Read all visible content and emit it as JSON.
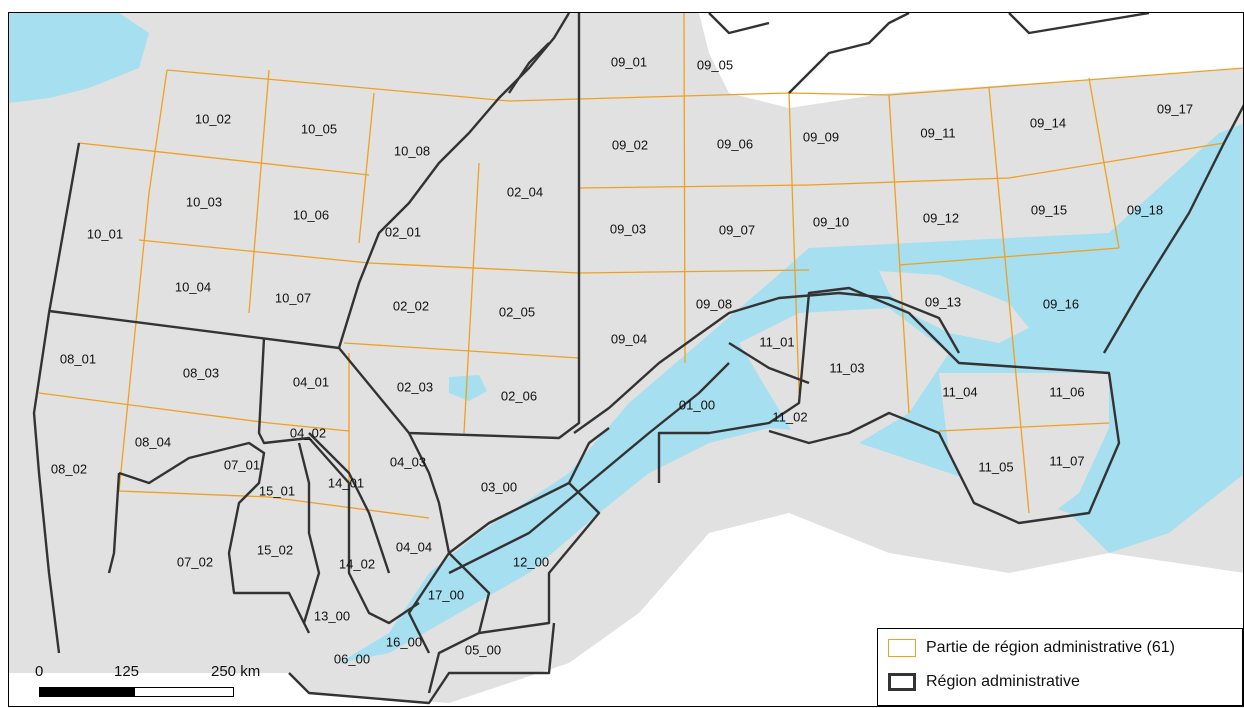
{
  "map": {
    "legend": {
      "items": [
        {
          "label": "Partie de région administrative (61)",
          "stroke": "#f0a020",
          "style": "thin"
        },
        {
          "label": "Région administrative",
          "stroke": "#333333",
          "style": "thick"
        }
      ]
    },
    "scale": {
      "labels": [
        "0",
        "125",
        "250 km"
      ]
    },
    "colors": {
      "land": "#e1e1e1",
      "water": "#a5dff0",
      "part_border": "#f0a020",
      "region_border": "#333333"
    },
    "zones": [
      "10_01",
      "10_02",
      "10_03",
      "10_04",
      "10_05",
      "10_06",
      "10_07",
      "10_08",
      "02_01",
      "02_02",
      "02_03",
      "02_04",
      "02_05",
      "02_06",
      "09_01",
      "09_02",
      "09_03",
      "09_04",
      "09_05",
      "09_06",
      "09_07",
      "09_08",
      "09_09",
      "09_10",
      "09_11",
      "09_12",
      "09_13",
      "09_14",
      "09_15",
      "09_16",
      "09_17",
      "09_18",
      "08_01",
      "08_02",
      "08_03",
      "08_04",
      "04_01",
      "04_02",
      "04_03",
      "04_04",
      "07_01",
      "07_02",
      "15_01",
      "15_02",
      "14_01",
      "14_02",
      "13_00",
      "06_00",
      "16_00",
      "05_00",
      "17_00",
      "12_00",
      "03_00",
      "01_00",
      "11_01",
      "11_02",
      "11_03",
      "11_04",
      "11_05",
      "11_06",
      "11_07"
    ]
  }
}
